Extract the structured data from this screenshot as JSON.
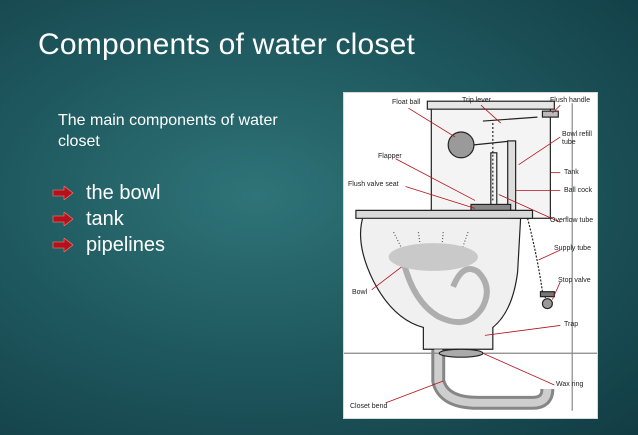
{
  "slide": {
    "title": "Components of water closet",
    "intro": "The main components of water closet",
    "bullets": [
      "the bowl",
      "tank",
      "pipelines"
    ],
    "bullet_icon": "red-arrow-icon",
    "accent_color": "#b3121b"
  },
  "diagram": {
    "labels": {
      "float_ball": "Float ball",
      "trip_lever": "Trip lever",
      "flush_handle": "Flush handle",
      "bowl_refill_tube": "Bowl refill tube",
      "flapper": "Flapper",
      "tank": "Tank",
      "flush_valve_seat": "Flush valve seat",
      "ball_cock": "Ball cock",
      "overflow_tube": "Overflow tube",
      "supply_tube": "Supply tube",
      "stop_valve": "Stop valve",
      "bowl": "Bowl",
      "trap": "Trap",
      "wax_ring": "Wax ring",
      "closet_bend": "Closet bend"
    }
  }
}
